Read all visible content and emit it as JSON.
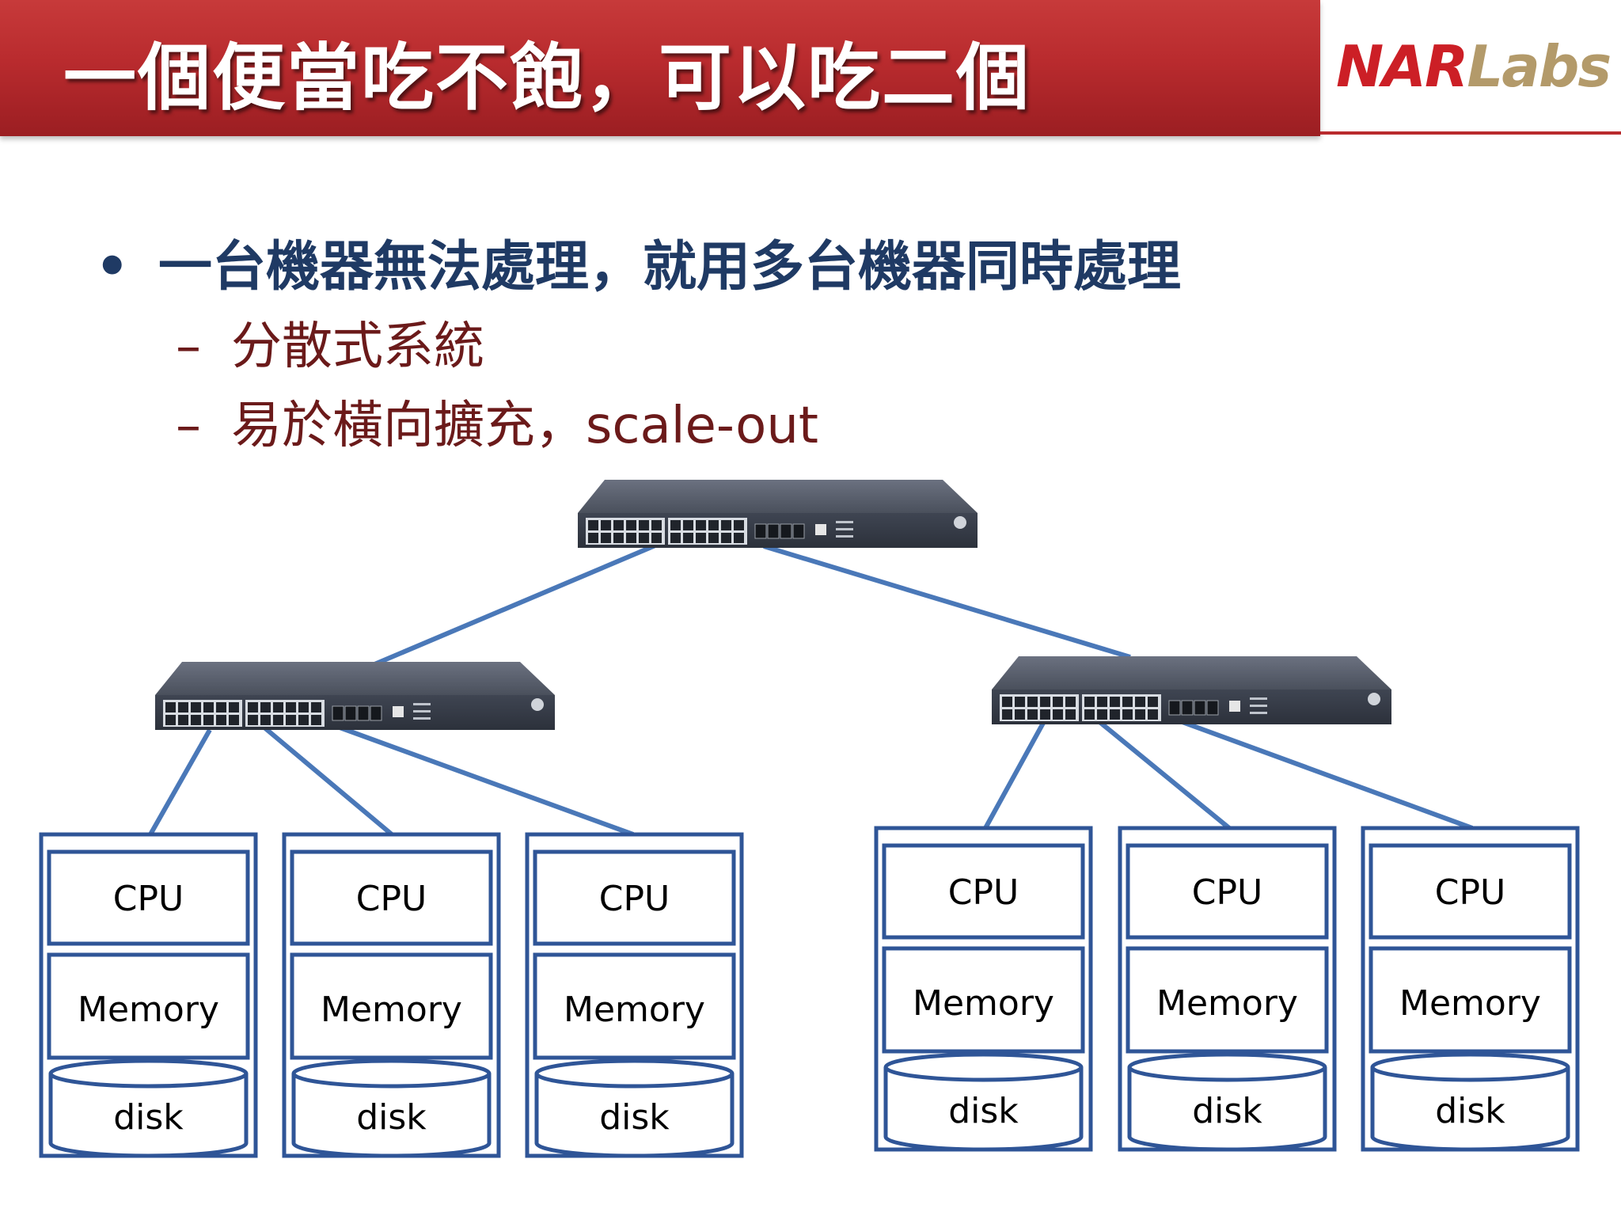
{
  "header": {
    "title": "一個便當吃不飽，可以吃二個",
    "logo_main": "NAR",
    "logo_sub": "Labs"
  },
  "bullets": {
    "main": "一台機器無法處理，就用多台機器同時處理",
    "sub": [
      "分散式系統",
      "易於橫向擴充，scale-out"
    ]
  },
  "colors": {
    "header_red": "#b92b2e",
    "link_blue": "#4a78b8",
    "box_blue": "#2f5597",
    "bullet_navy": "#1f3a64",
    "sub_text": "#6b1a1a"
  },
  "diagram": {
    "switches": [
      "switch-top",
      "switch-left",
      "switch-right"
    ],
    "nodes": [
      {
        "cpu": "CPU",
        "memory": "Memory",
        "disk": "disk"
      },
      {
        "cpu": "CPU",
        "memory": "Memory",
        "disk": "disk"
      },
      {
        "cpu": "CPU",
        "memory": "Memory",
        "disk": "disk"
      },
      {
        "cpu": "CPU",
        "memory": "Memory",
        "disk": "disk"
      },
      {
        "cpu": "CPU",
        "memory": "Memory",
        "disk": "disk"
      },
      {
        "cpu": "CPU",
        "memory": "Memory",
        "disk": "disk"
      }
    ]
  }
}
